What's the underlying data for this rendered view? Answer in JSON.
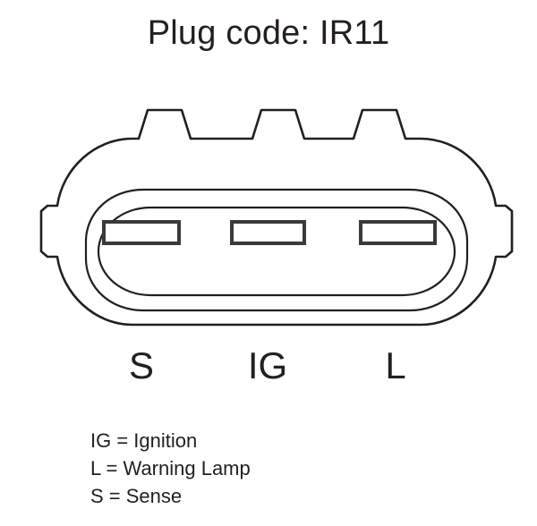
{
  "title": "Plug code: IR11",
  "diagram": {
    "name": "automotive-alternator-plug-connector",
    "stroke_color": "#231f20",
    "fill_color": "#ffffff",
    "pin_count": 3,
    "top_bumps": 3,
    "side_tabs": 2
  },
  "pins": [
    {
      "id": "pin-s",
      "label": "S"
    },
    {
      "id": "pin-ig",
      "label": "IG"
    },
    {
      "id": "pin-l",
      "label": "L"
    }
  ],
  "legend": [
    "IG = Ignition",
    "L = Warning Lamp",
    "S = Sense"
  ]
}
